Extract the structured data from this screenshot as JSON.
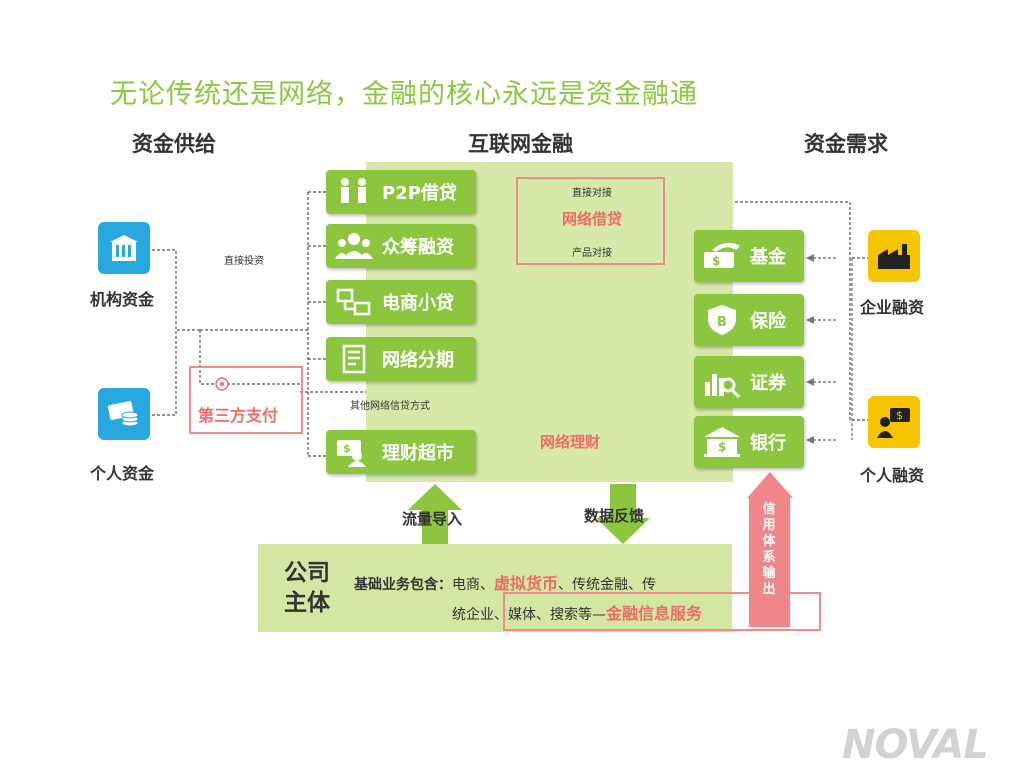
{
  "title": "无论传统还是网络，金融的核心永远是资金融通",
  "columns": {
    "left": "资金供给",
    "center": "互联网金融",
    "right": "资金需求"
  },
  "supply": [
    {
      "label": "机构资金",
      "icon": "building-icon"
    },
    {
      "label": "个人资金",
      "icon": "card-coins-icon"
    }
  ],
  "demand": [
    {
      "label": "企业融资",
      "icon": "factory-icon"
    },
    {
      "label": "个人融资",
      "icon": "person-money-icon"
    }
  ],
  "platforms": [
    {
      "label": "P2P借贷",
      "icon": "people-icon"
    },
    {
      "label": "众筹融资",
      "icon": "crowd-icon"
    },
    {
      "label": "电商小贷",
      "icon": "devices-icon"
    },
    {
      "label": "网络分期",
      "icon": "receipt-icon"
    },
    {
      "label": "理财超市",
      "icon": "advisor-icon"
    }
  ],
  "institutions": [
    {
      "label": "基金",
      "icon": "money-icon"
    },
    {
      "label": "保险",
      "icon": "shield-icon"
    },
    {
      "label": "证券",
      "icon": "chart-search-icon"
    },
    {
      "label": "银行",
      "icon": "bank-icon"
    }
  ],
  "connectors": {
    "direct_invest": "直接投资",
    "third_party": "第三方支付",
    "other_methods": "其他网络信贷方式",
    "direct_match": "直接对接",
    "net_lending": "网络借贷",
    "product_match": "产品对接",
    "net_wealth": "网络理财"
  },
  "flows": {
    "traffic_in": "流量导入",
    "data_feedback": "数据反馈",
    "credit_out": "信用体系输出"
  },
  "company": {
    "title": "公司主体",
    "line1_prefix": "基础业务包含：",
    "line1_a": "电商、",
    "line1_red": "虚拟货币",
    "line1_b": "、传统金融、传",
    "line2_a": "统企业、媒体、搜索等",
    "line2_dash": "—",
    "line2_red": "金融信息服务"
  },
  "watermark": "NOVAL",
  "colors": {
    "green": "#8cc63f",
    "title_green": "#8dc63f",
    "panel": "#d6e9a8",
    "pink": "#f08b8b",
    "blue": "#29a8e0",
    "yellow": "#f6c500"
  }
}
